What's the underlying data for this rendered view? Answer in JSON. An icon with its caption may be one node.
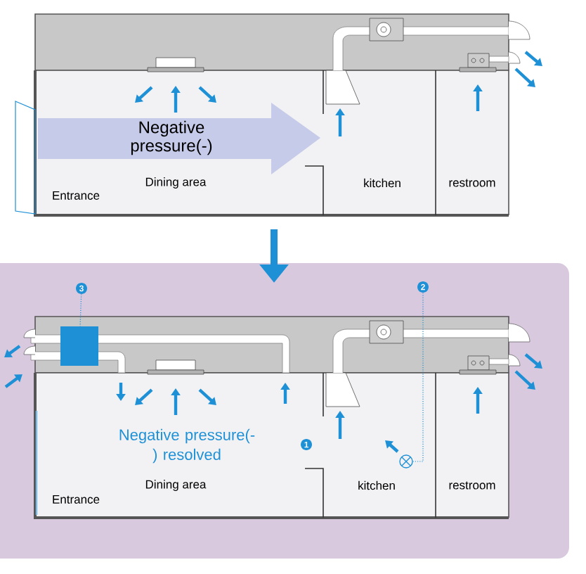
{
  "diagram": {
    "nodes": [
      {
        "text": [
          "3"
        ]
      },
      {
        "text": [],
        "shape": "box"
      },
      {
        "text": [
          "2"
        ]
      },
      {
        "text": [],
        "shape": "circle"
      }
    ],
    "edges": [
      {
        "from": 0,
        "to": 1,
        "arrow": "none",
        "style": "dashed"
      },
      {
        "from": 2,
        "to": 3,
        "arrow": "none",
        "style": "dashed"
      }
    ],
    "labels": [
      "Negative pressure(-)",
      "Dining area",
      "kitchen",
      "restroom",
      "Entrance",
      "Negative pressure(-) resolved",
      "1",
      "Dining area",
      "kitchen",
      "restroom",
      "Entrance"
    ]
  }
}
